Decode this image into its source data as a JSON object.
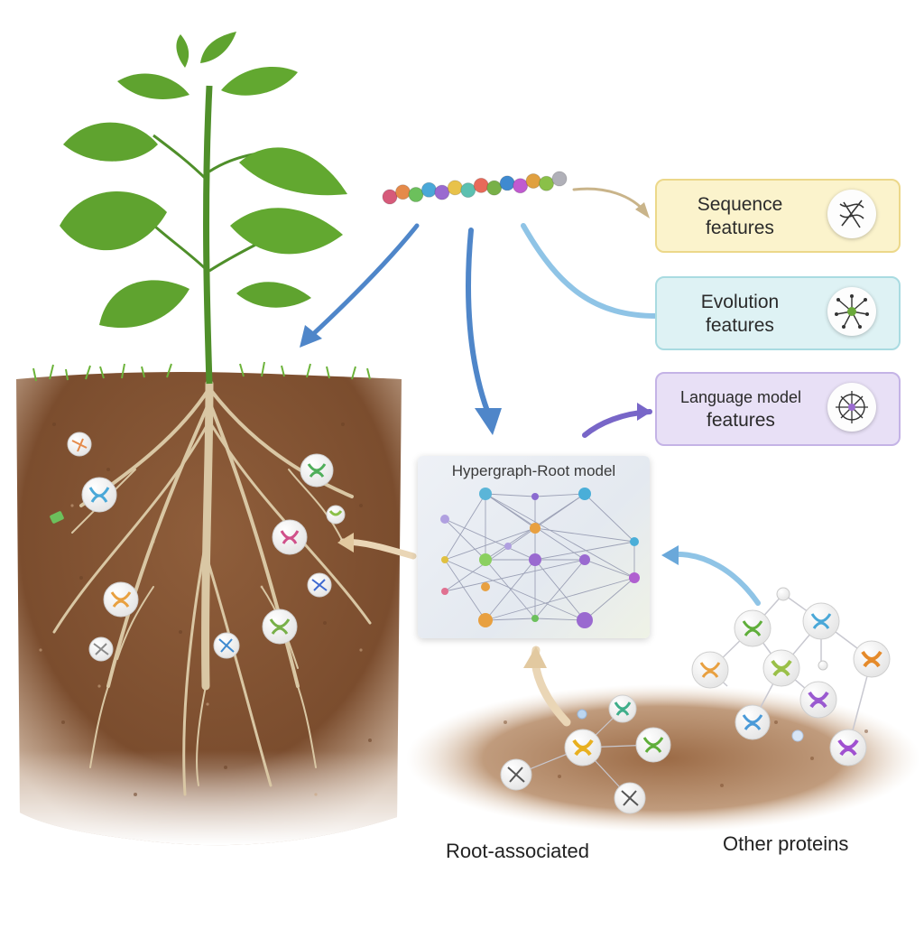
{
  "features": [
    {
      "label_line1": "Sequence",
      "label_line2": "features",
      "fill": "#fbf3cc",
      "border": "#ecd88a",
      "icon": "protein-structure-icon"
    },
    {
      "label_line1": "Evolution",
      "label_line2": "features",
      "fill": "#def2f4",
      "border": "#a9dbe1",
      "icon": "phylogeny-network-icon"
    },
    {
      "label_line1": "Language model",
      "label_line2": "features",
      "fill": "#e8e0f6",
      "border": "#c4b3e6",
      "icon": "attention-network-icon"
    }
  ],
  "model": {
    "title": "Hypergraph-Root model"
  },
  "captions": {
    "root_associated": "Root-associated",
    "other_proteins": "Other proteins"
  },
  "colors": {
    "leaf": "#5fa32f",
    "leaf_dark": "#3f7a1c",
    "soil": "#8a5a38",
    "root": "#d9c7a4",
    "arrow_blue": "#4f86c9",
    "arrow_beige": "#e8d3b2",
    "arrow_purple": "#7866c8"
  },
  "sequence_bead_colors": [
    "#d65a7a",
    "#e58a4a",
    "#6cc05c",
    "#4aa8d8",
    "#9a6ad0",
    "#e8c24a",
    "#5cc0b0",
    "#e86a5a",
    "#78b048",
    "#3f8ad0",
    "#c05ad0",
    "#e0a040",
    "#8ac048",
    "#b0b0b8"
  ]
}
